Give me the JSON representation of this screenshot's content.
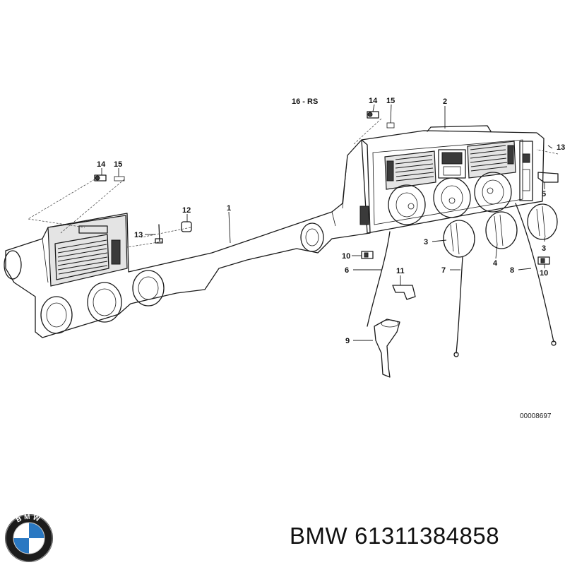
{
  "diagram": {
    "heading_label": "16 - RS",
    "diagram_id": "00008697",
    "callouts": [
      {
        "id": "c1",
        "text": "1"
      },
      {
        "id": "c2",
        "text": "2"
      },
      {
        "id": "c3a",
        "text": "3"
      },
      {
        "id": "c3b",
        "text": "3"
      },
      {
        "id": "c4",
        "text": "4"
      },
      {
        "id": "c5",
        "text": "5"
      },
      {
        "id": "c6",
        "text": "6"
      },
      {
        "id": "c7",
        "text": "7"
      },
      {
        "id": "c8",
        "text": "8"
      },
      {
        "id": "c9",
        "text": "9"
      },
      {
        "id": "c10a",
        "text": "10"
      },
      {
        "id": "c10b",
        "text": "10"
      },
      {
        "id": "c11",
        "text": "11"
      },
      {
        "id": "c12",
        "text": "12"
      },
      {
        "id": "c13",
        "text": "13"
      },
      {
        "id": "c14a",
        "text": "14"
      },
      {
        "id": "c14b",
        "text": "14"
      },
      {
        "id": "c15a",
        "text": "15"
      },
      {
        "id": "c15b",
        "text": "15"
      },
      {
        "id": "c13b",
        "text": "13"
      }
    ]
  },
  "footer": {
    "brand": "BMW",
    "part_number": "61311384858"
  },
  "logo": {
    "name": "bmw-roundel",
    "lettering": "BMW",
    "colors": {
      "blue": "#2a78c2",
      "white": "#ffffff",
      "ring": "#1c1c1c"
    }
  }
}
